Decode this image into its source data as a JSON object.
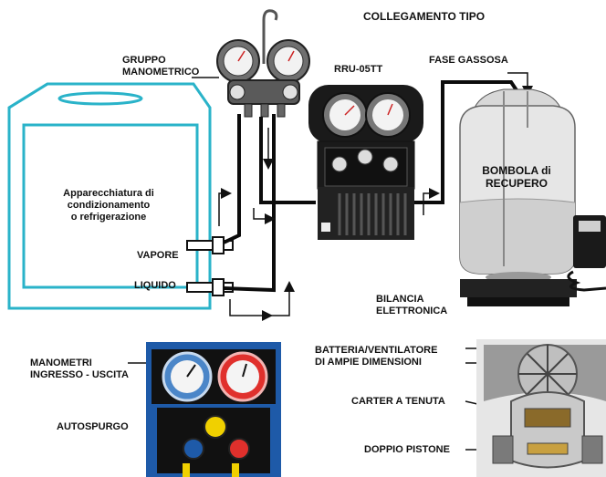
{
  "title": "COLLEGAMENTO TIPO",
  "labels": {
    "gruppo": [
      "GRUPPO",
      "MANOMETRICO"
    ],
    "unit": "RRU-05TT",
    "fase": "FASE GASSOSA",
    "appar": [
      "Apparecchiatura di",
      "condizionamento",
      "o refrigerazione"
    ],
    "bombola": [
      "BOMBOLA di",
      "RECUPERO"
    ],
    "vapore": "VAPORE",
    "liquido": "LIQUIDO",
    "bilancia": [
      "BILANCIA",
      "ELETTRONICA"
    ],
    "manometri": [
      "MANOMETRI",
      "INGRESSO - USCITA"
    ],
    "autospurgo": "AUTOSPURGO",
    "batteria": [
      "BATTERIA/VENTILATORE",
      "DI AMPIE DIMENSIONI"
    ],
    "carter": "CARTER A TENUTA",
    "pistone": "DOPPIO PISTONE"
  },
  "colors": {
    "cyan": "#2ab3c9",
    "hose": "#0b0b0b",
    "unit_body": "#1a1a1a",
    "cylinder": "#e6e6e6",
    "liquid": "#cfcfcf",
    "blue_panel": "#1e5aa8",
    "red_accent": "#e0302c",
    "yellow_accent": "#f0d000"
  }
}
